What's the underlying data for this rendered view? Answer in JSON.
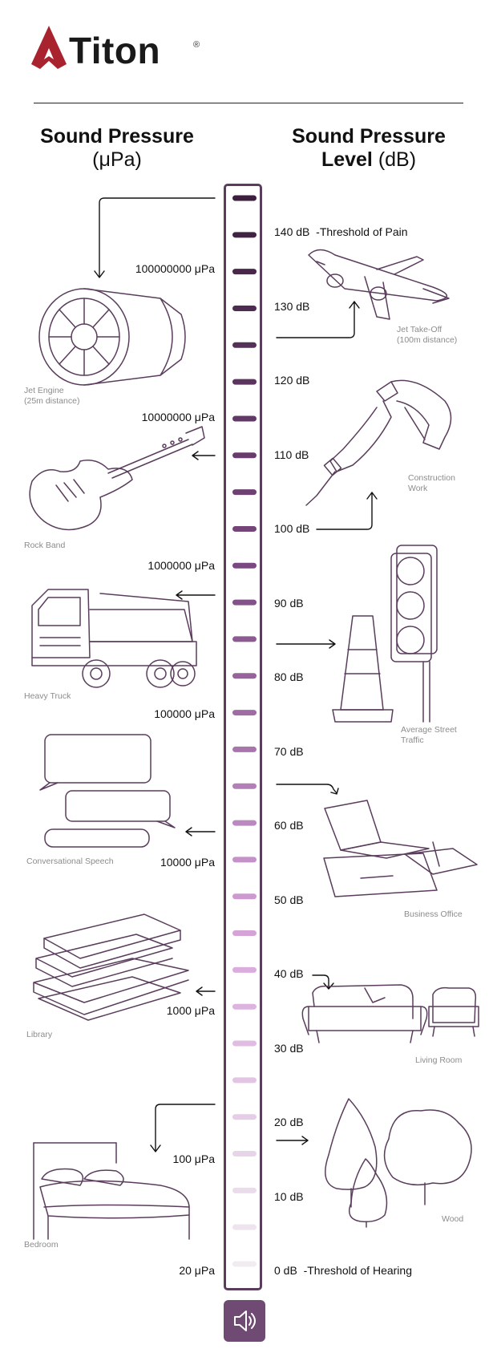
{
  "brand": {
    "name": "Titon",
    "registered_mark": "®",
    "logo_icon": "titon-logo-icon",
    "colors": {
      "logo_red": "#a8232e",
      "scale_dark": "#3b1f3d",
      "scale_mid": "#7c4a82",
      "scale_light": "#d9a6dc",
      "outline": "#5a3d5c"
    }
  },
  "columns": {
    "left_title": "Sound Pressure",
    "left_unit": "(μPa)",
    "right_title_line1": "Sound Pressure",
    "right_title_line2": "Level",
    "right_unit": "(dB)"
  },
  "pressure_labels": [
    "100000000 μPa",
    "10000000 μPa",
    "1000000 μPa",
    "100000 μPa",
    "10000 μPa",
    "1000 μPa",
    "100 μPa",
    "20 μPa"
  ],
  "db_labels": [
    "140 dB",
    "130 dB",
    "120 dB",
    "110 dB",
    "100 dB",
    "90 dB",
    "80 dB",
    "70 dB",
    "60 dB",
    "50 dB",
    "40 dB",
    "30 dB",
    "20 dB",
    "10 dB",
    "0 dB"
  ],
  "threshold_pain": "-Threshold of Pain",
  "threshold_hearing": "-Threshold of Hearing",
  "captions": {
    "jet_engine_1": "Jet Engine",
    "jet_engine_2": "(25m distance)",
    "jet_takeoff_1": "Jet Take-Off",
    "jet_takeoff_2": "(100m distance)",
    "rock_band": "Rock Band",
    "construction_1": "Construction",
    "construction_2": "Work",
    "heavy_truck": "Heavy Truck",
    "street_1": "Average Street",
    "street_2": "Traffic",
    "speech": "Conversational Speech",
    "office": "Business Office",
    "library": "Library",
    "living_room": "Living Room",
    "bedroom": "Bedroom",
    "wood": "Wood"
  },
  "scale": {
    "tick_count": 30,
    "max_db": 145,
    "min_db": 0,
    "step_db": 5
  },
  "speaker_icon": "speaker-icon"
}
